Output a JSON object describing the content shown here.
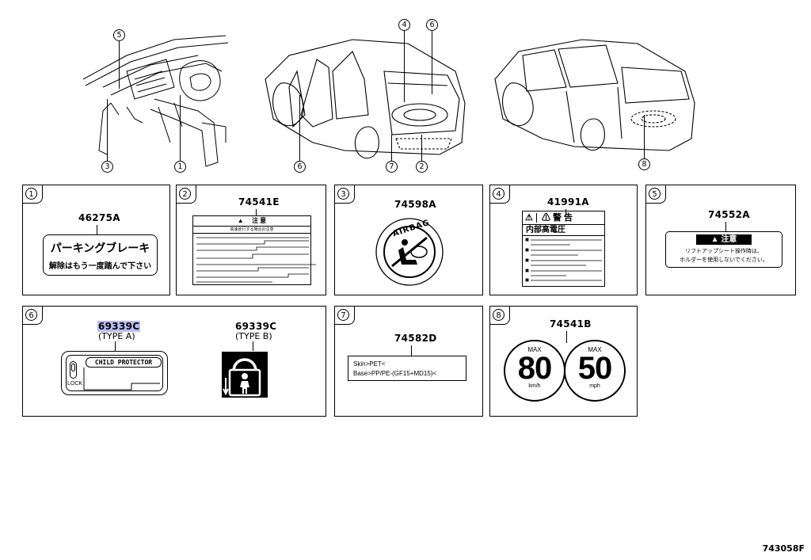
{
  "diagram_ref": "743058F",
  "overview": {
    "callouts": [
      "1",
      "2",
      "3",
      "4",
      "5",
      "6",
      "7",
      "8"
    ]
  },
  "panels": [
    {
      "num": "1",
      "code": "46275A",
      "line1": "パーキングブレーキ",
      "line2": "解除はもう一度踏んで下さい"
    },
    {
      "num": "2",
      "code": "74541E",
      "header": "注 意",
      "subheader": "高速走行する場合の注意"
    },
    {
      "num": "3",
      "code": "74598A",
      "ring_text": "AIRBAG"
    },
    {
      "num": "4",
      "code": "41991A",
      "header": "警 告",
      "subheader": "内部高電圧"
    },
    {
      "num": "5",
      "code": "74552A",
      "header": "注意",
      "line1": "リフトアップシート操作時は、",
      "line2": "ホルダーを使用しないでください。"
    },
    {
      "num": "6",
      "code_a": "69339C",
      "type_a": "(TYPE A)",
      "child_protector": "CHILD PROTECTOR",
      "lock": "LOCK",
      "code_b": "69339C",
      "type_b": "(TYPE B)"
    },
    {
      "num": "7",
      "code": "74582D",
      "line1": "Skin>PET<",
      "line2": "Base>PP/PE-(GF15+MD15)<"
    },
    {
      "num": "8",
      "code": "74541B",
      "max1": "MAX",
      "speed1": "80",
      "unit1": "km/h",
      "max2": "MAX",
      "speed2": "50",
      "unit2": "mph"
    }
  ]
}
